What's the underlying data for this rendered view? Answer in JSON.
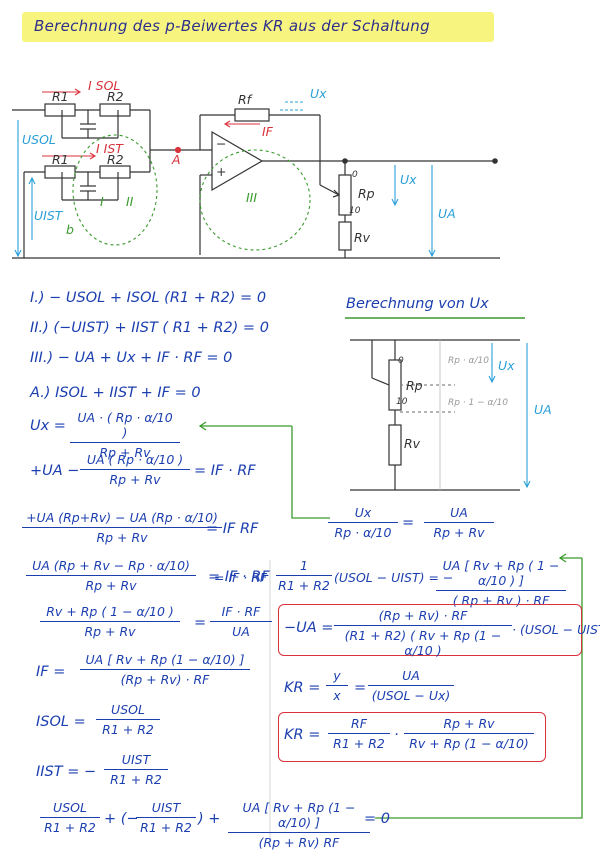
{
  "title": "Berechnung des p-Beiwertes KR aus der Schaltung",
  "circuit": {
    "i_sol": "I SOL",
    "i_ist": "I IST",
    "u_sol": "USOL",
    "u_ist": "UIST",
    "r1_top": "R1",
    "r2_top": "R2",
    "r1_bot": "R1",
    "r2_bot": "R2",
    "rf": "Rf",
    "i_f": "IF",
    "ux_top": "Ux",
    "ux": "Ux",
    "node_a": "A",
    "loop_1": "I",
    "loop_2": "II",
    "loop_3": "III",
    "b_label": "b",
    "plus": "+",
    "minus": "−",
    "pot_0": "0",
    "pot_10": "10",
    "rp": "Rp",
    "rv": "Rv",
    "ua": "UA"
  },
  "equations": {
    "eq1": "I.)  − USOL + ISOL (R1 + R2) = 0",
    "eq2": "II.)  (−UIST) + IIST ( R1 + R2) = 0",
    "eq3": "III.)  − UA + Ux + IF · RF = 0",
    "eqA": "A.)  ISOL + IIST + IF = 0",
    "ux_lhs": "Ux =",
    "ux_num": "UA · ( Rp · α/10 )",
    "ux_den": "Rp + Rv",
    "l1_pre": "+UA −",
    "l1_num": "UA ( Rp · α/10 )",
    "l1_den": "Rp + Rv",
    "l1_rhs": "= IF · RF",
    "l2_num": "+UA (Rp+Rv) − UA (Rp · α/10)",
    "l2_den": "Rp + Rv",
    "l2_rhs": "= IF RF",
    "l3_num": "UA (Rp + Rv − Rp · α/10)",
    "l3_den": "Rp + Rv",
    "l3_rhs": "= IF · RF",
    "l4_num": "Rv + Rp ( 1 − α/10 )",
    "l4_den": "Rp + Rv",
    "l4_eq": "=",
    "l4_rnum": "IF · RF",
    "l4_rden": "UA",
    "if_lhs": "IF =",
    "if_num": "UA [ Rv + Rp (1 − α/10) ]",
    "if_den": "(Rp + Rv) · RF",
    "isol_lhs": "ISOL =",
    "isol_num": "USOL",
    "isol_den": "R1 + R2",
    "iist_lhs": "IIST = −",
    "iist_num": "UIST",
    "iist_den": "R1 + R2",
    "fin_a_num": "USOL",
    "fin_a_den": "R1 + R2",
    "fin_plus": "+ (−",
    "fin_b_num": "UIST",
    "fin_b_den": "R1 + R2",
    "fin_close": ") +",
    "fin_c_num": "UA [ Rv + Rp (1 − α/10) ]",
    "fin_c_den": "(Rp + Rv) RF",
    "fin_zero": "= 0"
  },
  "right_panel": {
    "heading": "Berechnung von Ux",
    "pot_0": "0",
    "pot_10": "10",
    "rp": "Rp",
    "rv": "Rv",
    "rp_a": "Rp · α/10",
    "rp_b": "Rp · 1 − α/10",
    "ux": "Ux",
    "ua": "UA",
    "ratio_l_num": "Ux",
    "ratio_l_den": "Rp · α/10",
    "ratio_eq": "=",
    "ratio_r_num": "UA",
    "ratio_r_den": "Rp + Rv",
    "sub_eq_one": "1",
    "sub_eq_one_den": "R1 + R2",
    "sub_eq_mid": "(USOL − UIST) = −",
    "sub_eq_rnum": "UA [ Rv + Rp ( 1 − α/10 ) ]",
    "sub_eq_rden": "( Rp + Rv ) · RF",
    "sub_eq_pre": "=  IF · RF",
    "ua_box_lhs": "−UA =",
    "ua_box_num": "(Rp + Rv) · RF",
    "ua_box_den": "(R1 + R2) ( Rv + Rp (1 − α/10 )",
    "ua_box_tail": "· (USOL − UIST)",
    "kr_lhs": "KR =",
    "kr_y": "y",
    "kr_x": "x",
    "kr_eq": "=",
    "kr_num": "UA",
    "kr_den": "(USOL − Ux)",
    "kr_box_lhs": "KR =",
    "kr_box_a_num": "RF",
    "kr_box_a_den": "R1 + R2",
    "kr_box_dot": "·",
    "kr_box_b_num": "Rp + Rv",
    "kr_box_b_den": "Rv + Rp (1 − α/10)"
  },
  "colors": {
    "ink": "#1c3fb0",
    "red": "#d8323a",
    "green": "#3a9a2e",
    "cyan": "#2a9fd8",
    "highlight": "#f6f36a"
  }
}
